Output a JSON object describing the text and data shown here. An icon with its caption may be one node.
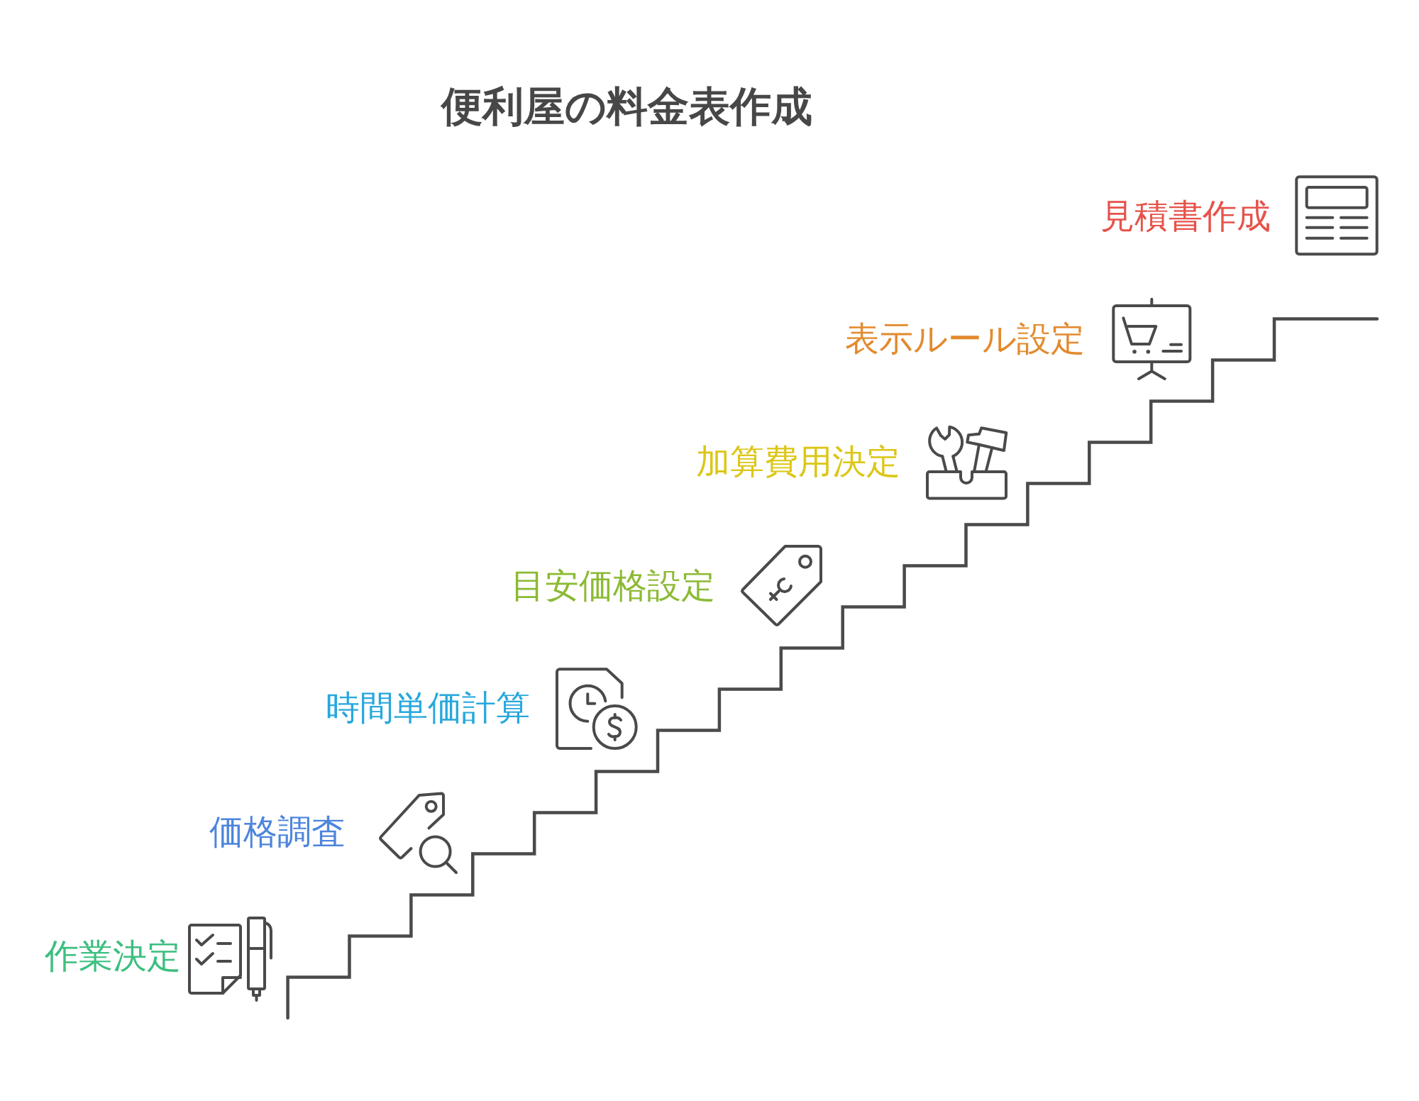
{
  "diagram": {
    "title": "便利屋の料金表作成",
    "labels": [
      "作業決定",
      "価格調査",
      "時間単価計算",
      "目安価格設定",
      "加算費用決定",
      "表示ルール設定",
      "見積書作成"
    ]
  }
}
